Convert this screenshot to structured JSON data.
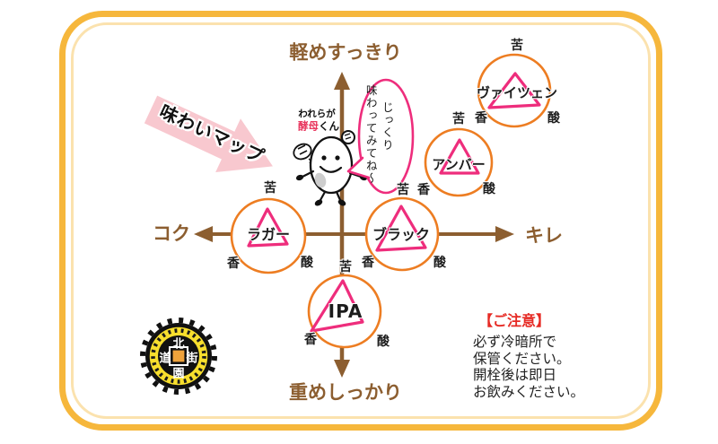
{
  "taste_map": {
    "arrow_label": "味わいマップ",
    "axis": {
      "top": "軽めすっきり",
      "bottom": "重めしっかり",
      "left": "コク",
      "right": "キレ"
    },
    "attributes": {
      "bitter": "苦",
      "aroma": "香",
      "acid": "酸"
    },
    "beers": [
      {
        "name": "ヴァイツェン",
        "position": "upper-right"
      },
      {
        "name": "アンバー",
        "position": "upper-right-middle"
      },
      {
        "name": "ブラック",
        "position": "center"
      },
      {
        "name": "ラガー",
        "position": "center-left"
      },
      {
        "name": "IPA",
        "position": "lower-center"
      }
    ]
  },
  "mascot": {
    "caption_line1": "われらが",
    "caption_highlight": "酵母",
    "caption_suffix": "くん"
  },
  "speech_bubble": {
    "column1": "じっくり",
    "column2": "味わってみてね～"
  },
  "notice": {
    "title": "【ご注意】",
    "lines": [
      "必ず冷暗所で",
      "保管ください。",
      "開栓後は即日",
      "お飲みください。"
    ]
  },
  "seal": {
    "kanji_top": "北",
    "kanji_left": "道",
    "kanji_right": "街",
    "kanji_bottom": "園"
  },
  "colors": {
    "frame_orange": "#F6B73C",
    "frame_pale": "#FBE2AE",
    "axis_brown": "#8C5E30",
    "circle_orange": "#ED7D22",
    "triangle_pink": "#EE2D7C",
    "arrow_pink": "#F8C8CF",
    "notice_red": "#E62A24",
    "mascot_name_red": "#E8365E",
    "seal_yellow": "#F8DF2D"
  }
}
